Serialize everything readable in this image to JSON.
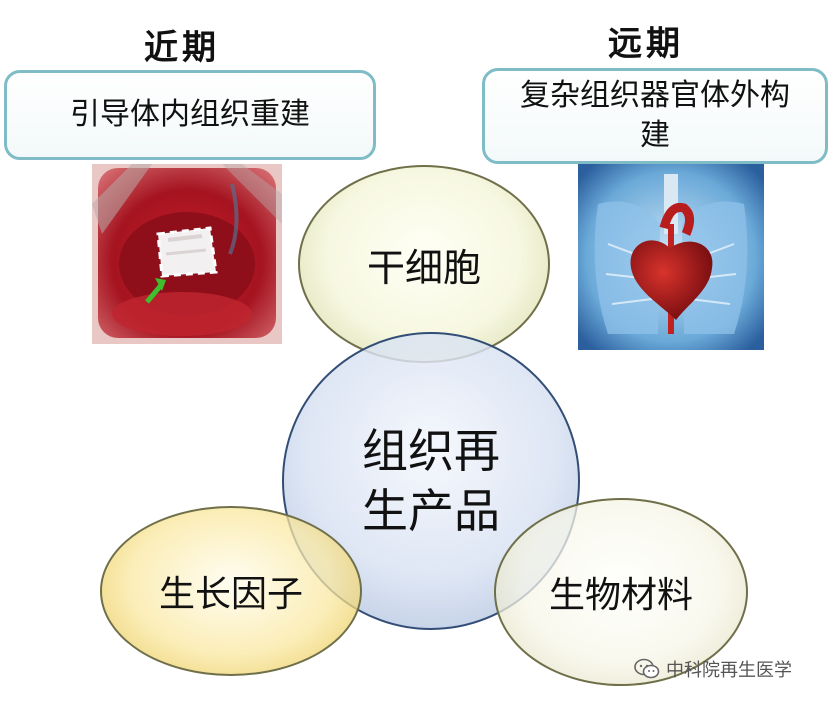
{
  "near_term": {
    "heading": "近期",
    "description": "引导体内组织重建",
    "photo_icon": "surgical-site-photo"
  },
  "long_term": {
    "heading": "远期",
    "description_line1": "复杂组织器官体外构",
    "description_line2": "建",
    "photo_icon": "heart-lungs-illustration"
  },
  "circles": {
    "top": "干细胞",
    "center_line1": "组织再",
    "center_line2": "生产品",
    "bottom_left": "生长因子",
    "bottom_right": "生物材料"
  },
  "colors": {
    "box_border": "#7fbcc6",
    "circle_stem_cell": "#f6f7de",
    "circle_center": "#d7e1f2",
    "circle_growth_factor": "#fae8a0",
    "circle_biomaterial": "#f7f6e8"
  },
  "watermark": {
    "icon": "wechat-icon",
    "text": "中科院再生医学"
  }
}
